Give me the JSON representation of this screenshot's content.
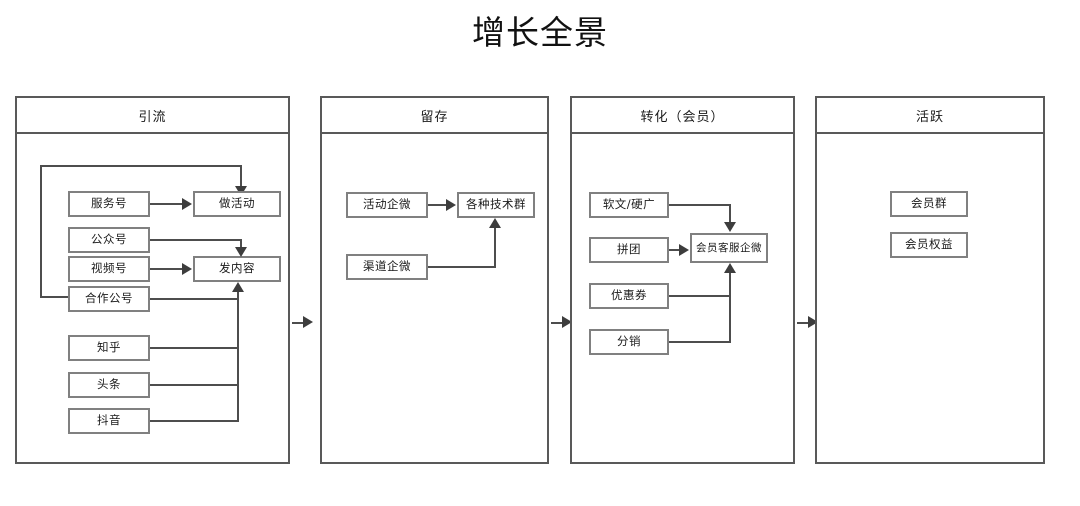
{
  "title": "增长全景",
  "stages": [
    {
      "id": "acquisition",
      "header": "引流",
      "sources": [
        "服务号",
        "公众号",
        "视频号",
        "合作公号",
        "知乎",
        "头条",
        "抖音"
      ],
      "targets": [
        "做活动",
        "发内容"
      ]
    },
    {
      "id": "retention",
      "header": "留存",
      "sources": [
        "活动企微",
        "渠道企微"
      ],
      "targets": [
        "各种技术群"
      ]
    },
    {
      "id": "conversion",
      "header": "转化（会员）",
      "sources": [
        "软文/硬广",
        "拼团",
        "优惠券",
        "分销"
      ],
      "targets": [
        "会员客服企微"
      ]
    },
    {
      "id": "active",
      "header": "活跃",
      "sources": [],
      "targets": [
        "会员群",
        "会员权益"
      ]
    }
  ],
  "colors": {
    "panel_border": "#595959",
    "node_border": "#808080",
    "connector": "#4d4d4d",
    "arrow": "#3d3d3d",
    "text": "#1a1a1a",
    "background": "#ffffff"
  },
  "flow_arrows": [
    "引流→留存",
    "留存→转化（会员）",
    "转化（会员）→活跃"
  ]
}
